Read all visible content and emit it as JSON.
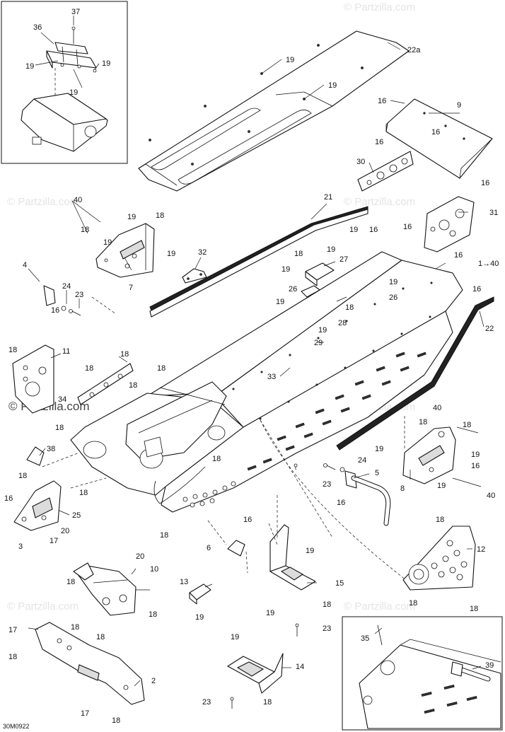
{
  "watermark": {
    "text": "© Partzilla.com",
    "main": "© Partzilla.com"
  },
  "figure_code": "30M0922",
  "callouts": {
    "c37": "37",
    "c36": "36",
    "c19a": "19",
    "c19b": "19",
    "c19c": "19",
    "c22a": "22a",
    "c19d": "19",
    "c19e": "19",
    "c16a": "16",
    "c9": "9",
    "c16b": "16",
    "c16c": "16",
    "c30": "30",
    "c16d": "16",
    "c31": "31",
    "c40a": "40",
    "c19f": "19",
    "c18a": "18",
    "c18b": "18",
    "c19g": "19",
    "c7": "7",
    "c21": "21",
    "c19h": "19",
    "c16e": "16",
    "c16f": "16",
    "c19i": "19",
    "c32": "32",
    "c18c": "18",
    "c19j": "19",
    "c27": "27",
    "c19k": "19",
    "c16g": "16",
    "c140": "1→40",
    "c4": "4",
    "c24a": "24",
    "c23a": "23",
    "c16h": "16",
    "c26a": "26",
    "c19l": "19",
    "c26b": "26",
    "c16i": "16",
    "c19m": "19",
    "c18d": "18",
    "c28": "28",
    "c22": "22",
    "c18e": "18",
    "c11": "11",
    "c18f": "18",
    "c19n": "19",
    "c29": "29",
    "c18g": "18",
    "c18h": "18",
    "c33": "33",
    "c34": "34",
    "c18i": "18",
    "c18j": "18",
    "c40b": "40",
    "c18k": "18",
    "c18l": "18",
    "c38": "38",
    "c19o": "19",
    "c18m": "18",
    "c24b": "24",
    "c5": "5",
    "c19p": "19",
    "c18n": "18",
    "c16j": "16",
    "c23b": "23",
    "c8": "8",
    "c19q": "19",
    "c40c": "40",
    "c18o": "18",
    "c16k": "16",
    "c25": "25",
    "c16l": "16",
    "c20a": "20",
    "c3": "3",
    "c17a": "17",
    "c18p": "18",
    "c16m": "16",
    "c18q": "18",
    "c6": "6",
    "c19r": "19",
    "c12": "12",
    "c20b": "20",
    "c10": "10",
    "c18r": "18",
    "c13": "13",
    "c15": "15",
    "c18s": "18",
    "c18t": "18",
    "c19s": "19",
    "c18u": "18",
    "c19t": "19",
    "c18v": "18",
    "c18w": "18",
    "c17b": "17",
    "c23c": "23",
    "c18x": "18",
    "c35": "35",
    "c19u": "19",
    "c39": "39",
    "c14": "14",
    "c2": "2",
    "c23d": "23",
    "c18y": "18",
    "c17c": "17",
    "c18z": "18"
  }
}
